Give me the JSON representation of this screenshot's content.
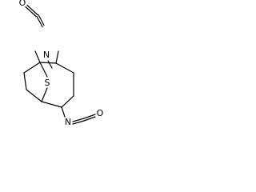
{
  "structure": {
    "labels": {
      "sulfur": "S",
      "nitrogen_top": "N",
      "oxygen_top": "O",
      "nitrogen_bottom": "N",
      "oxygen_bottom": "O"
    },
    "colors": {
      "bond": "#000000",
      "atom_label": "#000000",
      "background": "#ffffff"
    }
  }
}
